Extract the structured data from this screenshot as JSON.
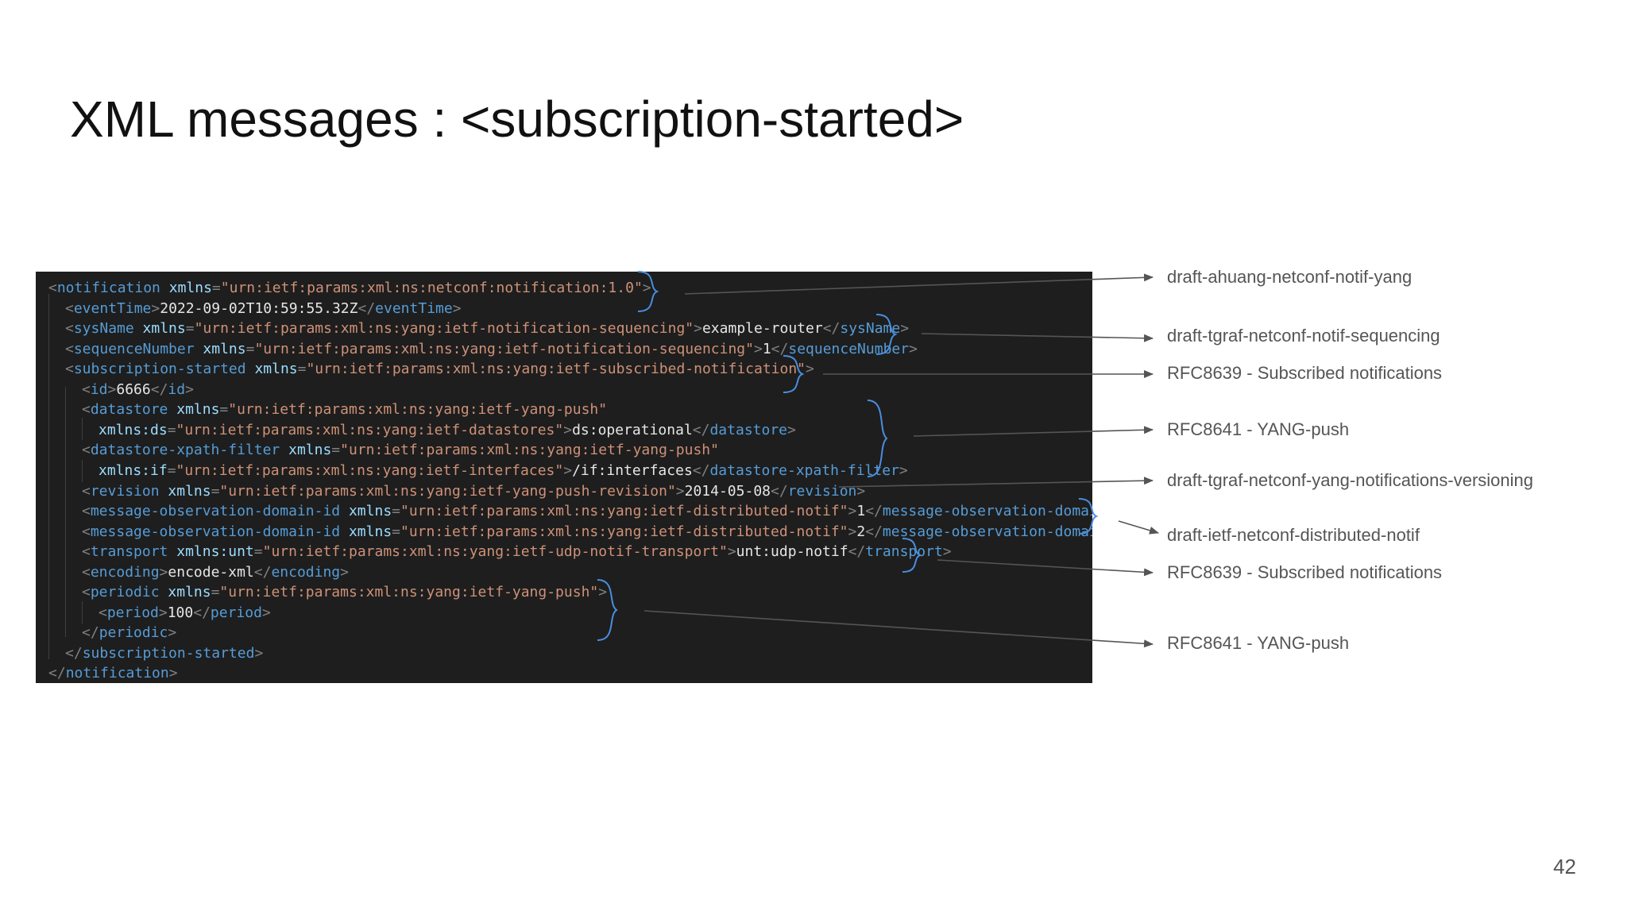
{
  "slide": {
    "title": "XML messages : <subscription-started>",
    "page_number": "42"
  },
  "code": {
    "lines": [
      [
        [
          "punct",
          "<"
        ],
        [
          "tag",
          "notification"
        ],
        [
          "text",
          " "
        ],
        [
          "attr",
          "xmlns"
        ],
        [
          "punct",
          "="
        ],
        [
          "str",
          "\"urn:ietf:params:xml:ns:netconf:notification:1.0\""
        ],
        [
          "punct",
          ">"
        ]
      ],
      [
        [
          "punct",
          "<"
        ],
        [
          "tag",
          "eventTime"
        ],
        [
          "punct",
          ">"
        ],
        [
          "text",
          "2022-09-02T10:59:55.32Z"
        ],
        [
          "punct",
          "</"
        ],
        [
          "tag",
          "eventTime"
        ],
        [
          "punct",
          ">"
        ]
      ],
      [
        [
          "punct",
          "<"
        ],
        [
          "tag",
          "sysName"
        ],
        [
          "text",
          " "
        ],
        [
          "attr",
          "xmlns"
        ],
        [
          "punct",
          "="
        ],
        [
          "str",
          "\"urn:ietf:params:xml:ns:yang:ietf-notification-sequencing\""
        ],
        [
          "punct",
          ">"
        ],
        [
          "text",
          "example-router"
        ],
        [
          "punct",
          "</"
        ],
        [
          "tag",
          "sysName"
        ],
        [
          "punct",
          ">"
        ]
      ],
      [
        [
          "punct",
          "<"
        ],
        [
          "tag",
          "sequenceNumber"
        ],
        [
          "text",
          " "
        ],
        [
          "attr",
          "xmlns"
        ],
        [
          "punct",
          "="
        ],
        [
          "str",
          "\"urn:ietf:params:xml:ns:yang:ietf-notification-sequencing\""
        ],
        [
          "punct",
          ">"
        ],
        [
          "text",
          "1"
        ],
        [
          "punct",
          "</"
        ],
        [
          "tag",
          "sequenceNumber"
        ],
        [
          "punct",
          ">"
        ]
      ],
      [
        [
          "punct",
          "<"
        ],
        [
          "tag",
          "subscription-started"
        ],
        [
          "text",
          " "
        ],
        [
          "attr",
          "xmlns"
        ],
        [
          "punct",
          "="
        ],
        [
          "str",
          "\"urn:ietf:params:xml:ns:yang:ietf-subscribed-notification\""
        ],
        [
          "punct",
          ">"
        ]
      ],
      [
        [
          "punct",
          "<"
        ],
        [
          "tag",
          "id"
        ],
        [
          "punct",
          ">"
        ],
        [
          "text",
          "6666"
        ],
        [
          "punct",
          "</"
        ],
        [
          "tag",
          "id"
        ],
        [
          "punct",
          ">"
        ]
      ],
      [
        [
          "punct",
          "<"
        ],
        [
          "tag",
          "datastore"
        ],
        [
          "text",
          " "
        ],
        [
          "attr",
          "xmlns"
        ],
        [
          "punct",
          "="
        ],
        [
          "str",
          "\"urn:ietf:params:xml:ns:yang:ietf-yang-push\""
        ]
      ],
      [
        [
          "attr",
          "xmlns:ds"
        ],
        [
          "punct",
          "="
        ],
        [
          "str",
          "\"urn:ietf:params:xml:ns:yang:ietf-datastores\""
        ],
        [
          "punct",
          ">"
        ],
        [
          "text",
          "ds:operational"
        ],
        [
          "punct",
          "</"
        ],
        [
          "tag",
          "datastore"
        ],
        [
          "punct",
          ">"
        ]
      ],
      [
        [
          "punct",
          "<"
        ],
        [
          "tag",
          "datastore-xpath-filter"
        ],
        [
          "text",
          " "
        ],
        [
          "attr",
          "xmlns"
        ],
        [
          "punct",
          "="
        ],
        [
          "str",
          "\"urn:ietf:params:xml:ns:yang:ietf-yang-push\""
        ]
      ],
      [
        [
          "attr",
          "xmlns:if"
        ],
        [
          "punct",
          "="
        ],
        [
          "str",
          "\"urn:ietf:params:xml:ns:yang:ietf-interfaces\""
        ],
        [
          "punct",
          ">"
        ],
        [
          "text",
          "/if:interfaces"
        ],
        [
          "punct",
          "</"
        ],
        [
          "tag",
          "datastore-xpath-filter"
        ],
        [
          "punct",
          ">"
        ]
      ],
      [
        [
          "punct",
          "<"
        ],
        [
          "tag",
          "revision"
        ],
        [
          "text",
          " "
        ],
        [
          "attr",
          "xmlns"
        ],
        [
          "punct",
          "="
        ],
        [
          "str",
          "\"urn:ietf:params:xml:ns:yang:ietf-yang-push-revision\""
        ],
        [
          "punct",
          ">"
        ],
        [
          "text",
          "2014-05-08"
        ],
        [
          "punct",
          "</"
        ],
        [
          "tag",
          "revision"
        ],
        [
          "punct",
          ">"
        ]
      ],
      [
        [
          "punct",
          "<"
        ],
        [
          "tag",
          "message-observation-domain-id"
        ],
        [
          "text",
          " "
        ],
        [
          "attr",
          "xmlns"
        ],
        [
          "punct",
          "="
        ],
        [
          "str",
          "\"urn:ietf:params:xml:ns:yang:ietf-distributed-notif\""
        ],
        [
          "punct",
          ">"
        ],
        [
          "text",
          "1"
        ],
        [
          "punct",
          "</"
        ],
        [
          "tag",
          "message-observation-domain-id"
        ],
        [
          "punct",
          ">"
        ]
      ],
      [
        [
          "punct",
          "<"
        ],
        [
          "tag",
          "message-observation-domain-id"
        ],
        [
          "text",
          " "
        ],
        [
          "attr",
          "xmlns"
        ],
        [
          "punct",
          "="
        ],
        [
          "str",
          "\"urn:ietf:params:xml:ns:yang:ietf-distributed-notif\""
        ],
        [
          "punct",
          ">"
        ],
        [
          "text",
          "2"
        ],
        [
          "punct",
          "</"
        ],
        [
          "tag",
          "message-observation-domain-id"
        ],
        [
          "punct",
          ">"
        ]
      ],
      [
        [
          "punct",
          "<"
        ],
        [
          "tag",
          "transport"
        ],
        [
          "text",
          " "
        ],
        [
          "attr",
          "xmlns:unt"
        ],
        [
          "punct",
          "="
        ],
        [
          "str",
          "\"urn:ietf:params:xml:ns:yang:ietf-udp-notif-transport\""
        ],
        [
          "punct",
          ">"
        ],
        [
          "text",
          "unt:udp-notif"
        ],
        [
          "punct",
          "</"
        ],
        [
          "tag",
          "transport"
        ],
        [
          "punct",
          ">"
        ]
      ],
      [
        [
          "punct",
          "<"
        ],
        [
          "tag",
          "encoding"
        ],
        [
          "punct",
          ">"
        ],
        [
          "text",
          "encode-xml"
        ],
        [
          "punct",
          "</"
        ],
        [
          "tag",
          "encoding"
        ],
        [
          "punct",
          ">"
        ]
      ],
      [
        [
          "punct",
          "<"
        ],
        [
          "tag",
          "periodic"
        ],
        [
          "text",
          " "
        ],
        [
          "attr",
          "xmlns"
        ],
        [
          "punct",
          "="
        ],
        [
          "str",
          "\"urn:ietf:params:xml:ns:yang:ietf-yang-push\""
        ],
        [
          "punct",
          ">"
        ]
      ],
      [
        [
          "punct",
          "<"
        ],
        [
          "tag",
          "period"
        ],
        [
          "punct",
          ">"
        ],
        [
          "text",
          "100"
        ],
        [
          "punct",
          "</"
        ],
        [
          "tag",
          "period"
        ],
        [
          "punct",
          ">"
        ]
      ],
      [
        [
          "punct",
          "</"
        ],
        [
          "tag",
          "periodic"
        ],
        [
          "punct",
          ">"
        ]
      ],
      [
        [
          "punct",
          "</"
        ],
        [
          "tag",
          "subscription-started"
        ],
        [
          "punct",
          ">"
        ]
      ],
      [
        [
          "punct",
          "</"
        ],
        [
          "tag",
          "notification"
        ],
        [
          "punct",
          ">"
        ]
      ]
    ]
  },
  "annotations": [
    {
      "id": "ahuang",
      "label": "draft-ahuang-netconf-notif-yang"
    },
    {
      "id": "tgraf-seq",
      "label": "draft-tgraf-netconf-notif-sequencing"
    },
    {
      "id": "rfc8639-a",
      "label": "RFC8639 - Subscribed notifications"
    },
    {
      "id": "rfc8641-a",
      "label": "RFC8641 - YANG-push"
    },
    {
      "id": "tgraf-ver",
      "label": "draft-tgraf-netconf-yang-notifications-versioning"
    },
    {
      "id": "distributed",
      "label": "draft-ietf-netconf-distributed-notif"
    },
    {
      "id": "rfc8639-b",
      "label": "RFC8639 - Subscribed notifications"
    },
    {
      "id": "rfc8641-b",
      "label": "RFC8641 - YANG-push"
    }
  ],
  "colors": {
    "panel_background": "#1e1e1e",
    "xml_tag": "#569cd6",
    "xml_attribute": "#9cdcfe",
    "xml_string": "#ce9178",
    "xml_text": "#e6e6e6",
    "xml_punctuation": "#808080",
    "brace": "#4a8de0",
    "arrow": "#555555"
  }
}
